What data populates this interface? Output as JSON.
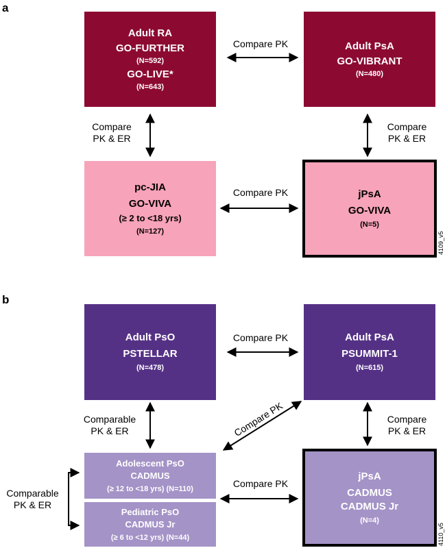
{
  "panel_a": {
    "label": "a",
    "code": "4109_v5",
    "box_adult_ra": {
      "title": "Adult RA",
      "study1": "GO-FURTHER",
      "n1": "(N=592)",
      "study2": "GO-LIVE*",
      "n2": "(N=643)"
    },
    "box_adult_psa": {
      "title": "Adult PsA",
      "study": "GO-VIBRANT",
      "n": "(N=480)"
    },
    "box_pcjia": {
      "title": "pc-JIA",
      "study": "GO-VIVA",
      "age": "(≥ 2 to <18 yrs)",
      "n": "(N=127)"
    },
    "box_jpsa": {
      "title": "jPsA",
      "study": "GO-VIVA",
      "n": "(N=5)"
    },
    "label_top": "Compare PK",
    "label_bottom": "Compare PK",
    "label_left": [
      "Compare",
      "PK & ER"
    ],
    "label_right": [
      "Compare",
      "PK & ER"
    ],
    "colors": {
      "adult": "#8c0a32",
      "pediatric": "#f7a3b9"
    }
  },
  "panel_b": {
    "label": "b",
    "code": "4110_v5",
    "box_adult_pso": {
      "title": "Adult PsO",
      "study": "PSTELLAR",
      "n": "(N=478)"
    },
    "box_adult_psa": {
      "title": "Adult PsA",
      "study": "PSUMMIT-1",
      "n": "(N=615)"
    },
    "box_adolescent": {
      "title": "Adolescent PsO",
      "study": "CADMUS",
      "age_n": "(≥ 12 to <18 yrs) (N=110)"
    },
    "box_pediatric": {
      "title": "Pediatric PsO",
      "study": "CADMUS Jr",
      "age_n": "(≥ 6 to <12 yrs) (N=44)"
    },
    "box_jpsa": {
      "title": "jPsA",
      "study1": "CADMUS",
      "study2": "CADMUS Jr",
      "n": "(N=4)"
    },
    "label_top": "Compare PK",
    "label_diag": "Compare PK",
    "label_bottom": "Compare PK",
    "label_left": [
      "Comparable",
      "PK & ER"
    ],
    "label_right": [
      "Compare",
      "PK & ER"
    ],
    "label_far_left": [
      "Comparable",
      "PK & ER"
    ],
    "colors": {
      "adult": "#553186",
      "pediatric": "#a493c7"
    }
  }
}
